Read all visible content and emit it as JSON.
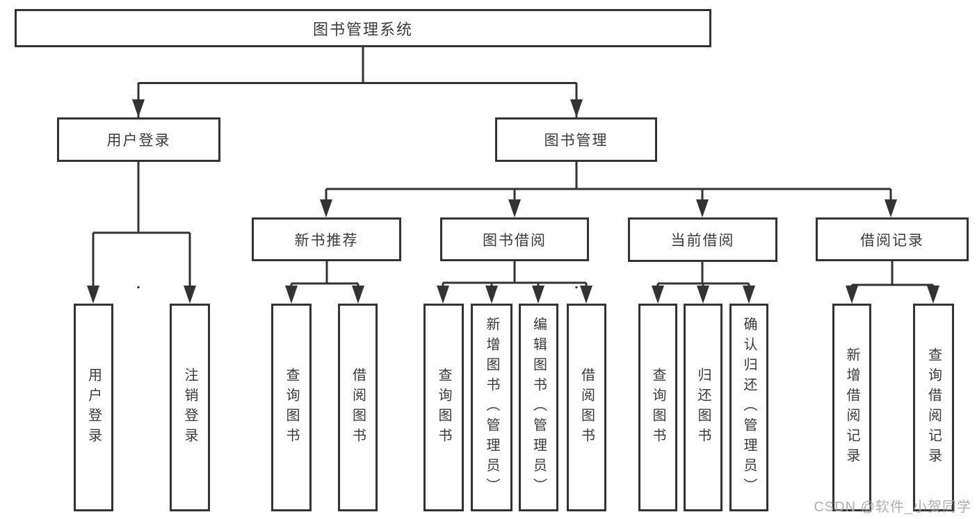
{
  "diagram": {
    "title": "图书管理系统",
    "type": "hierarchy-tree",
    "colors": {
      "line": "#333333",
      "text": "#3a3a3a",
      "background": "#ffffff",
      "watermark": "#a8a8a8"
    },
    "nodes": {
      "root": {
        "label": "图书管理系统",
        "level": 1
      },
      "user_login": {
        "label": "用户登录",
        "level": 2,
        "parent": "图书管理系统"
      },
      "book_management": {
        "label": "图书管理",
        "level": 2,
        "parent": "图书管理系统"
      },
      "new_book_recommend": {
        "label": "新书推荐",
        "level": 3,
        "parent": "图书管理"
      },
      "book_borrowing": {
        "label": "图书借阅",
        "level": 3,
        "parent": "图书管理"
      },
      "current_borrowing": {
        "label": "当前借阅",
        "level": 3,
        "parent": "图书管理"
      },
      "borrowing_records": {
        "label": "借阅记录",
        "level": 3,
        "parent": "图书管理"
      },
      "ul_user_login": {
        "label": "用户登录",
        "level": 4,
        "parent": "用户登录"
      },
      "ul_logout": {
        "label": "注销登录",
        "level": 4,
        "parent": "用户登录"
      },
      "nb_query_books": {
        "label": "查询图书",
        "level": 4,
        "parent": "新书推荐"
      },
      "nb_borrow_books": {
        "label": "借阅图书",
        "level": 4,
        "parent": "新书推荐"
      },
      "bb_query_books": {
        "label": "查询图书",
        "level": 4,
        "parent": "图书借阅"
      },
      "bb_add_books": {
        "label": "新增图书（管理员）",
        "level": 4,
        "parent": "图书借阅"
      },
      "bb_edit_books": {
        "label": "编辑图书（管理员）",
        "level": 4,
        "parent": "图书借阅"
      },
      "bb_borrow_books": {
        "label": "借阅图书",
        "level": 4,
        "parent": "图书借阅"
      },
      "cb_query_books": {
        "label": "查询图书",
        "level": 4,
        "parent": "当前借阅"
      },
      "cb_return_books": {
        "label": "归还图书",
        "level": 4,
        "parent": "当前借阅"
      },
      "cb_confirm_return": {
        "label": "确认归还（管理员）",
        "level": 4,
        "parent": "当前借阅"
      },
      "br_add_record": {
        "label": "新增借阅记录",
        "level": 4,
        "parent": "借阅记录"
      },
      "br_query_record": {
        "label": "查询借阅记录",
        "level": 4,
        "parent": "借阅记录"
      }
    },
    "watermark": {
      "text": "CSDN @软件_小贺同学"
    }
  }
}
